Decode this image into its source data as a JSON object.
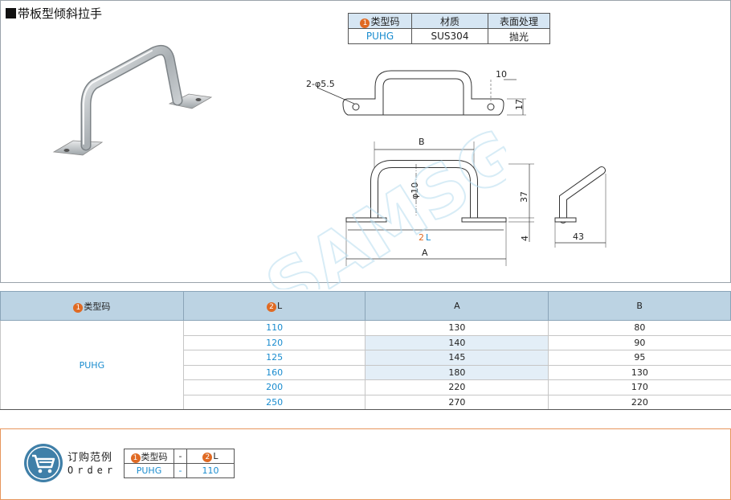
{
  "title": "带板型倾斜拉手",
  "spec": {
    "headers": [
      "类型码",
      "材质",
      "表面处理"
    ],
    "header_badge": "1",
    "row": [
      "PUHG",
      "SUS304",
      "抛光"
    ]
  },
  "drawing": {
    "hole_label": "2-φ5.5",
    "dim_10_top": "10",
    "dim_17": "17",
    "dim_B": "B",
    "dim_phi10": "φ10",
    "dim_37": "37",
    "dim_4": "4",
    "dim_L": "L",
    "dim_L_badge": "2",
    "dim_A": "A",
    "dim_43": "43"
  },
  "main_table": {
    "headers": [
      {
        "badge": "1",
        "label": "类型码"
      },
      {
        "badge": "2",
        "label": "L"
      },
      {
        "badge": "",
        "label": "A"
      },
      {
        "badge": "",
        "label": "B"
      }
    ],
    "type_code": "PUHG",
    "rows": [
      {
        "L": "110",
        "A": "130",
        "B": "80"
      },
      {
        "L": "120",
        "A": "140",
        "B": "90"
      },
      {
        "L": "125",
        "A": "145",
        "B": "95"
      },
      {
        "L": "160",
        "A": "180",
        "B": "130"
      },
      {
        "L": "200",
        "A": "220",
        "B": "170"
      },
      {
        "L": "250",
        "A": "270",
        "B": "220"
      }
    ]
  },
  "order": {
    "label_cn": "订购范例",
    "label_en": "Order",
    "headers": [
      {
        "badge": "1",
        "label": "类型码"
      },
      {
        "badge": "",
        "label": "-"
      },
      {
        "badge": "2",
        "label": "L"
      }
    ],
    "values": [
      "PUHG",
      "-",
      "110"
    ]
  },
  "watermark_text": "SAMSG",
  "colors": {
    "accent_blue": "#1a8ccf",
    "badge_orange": "#e06a23",
    "header_bg": "#bcd3e3",
    "order_border": "#e7955c"
  }
}
